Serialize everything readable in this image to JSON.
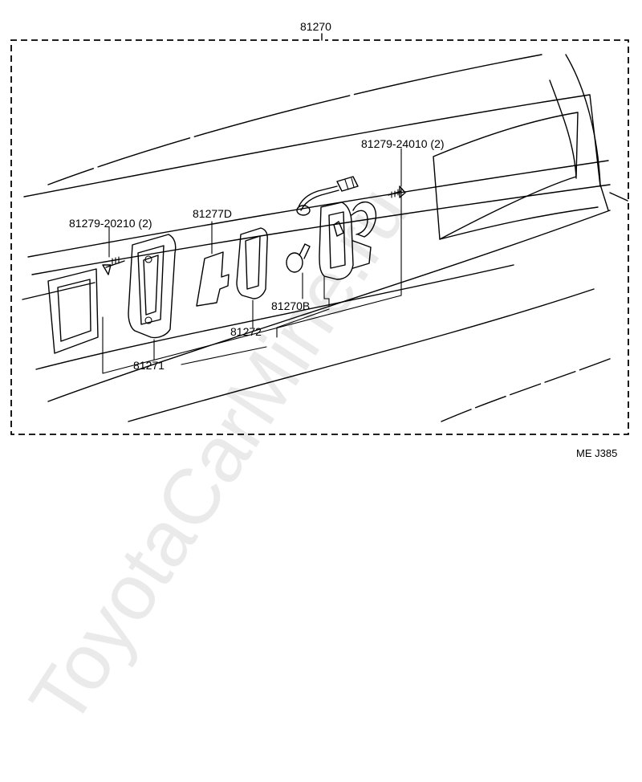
{
  "assembly_label": "81270",
  "figure_code": "ME  J385",
  "watermark": "ToyotaCarMine.ru",
  "part_labels": {
    "screw_left": "81279-20210 (2)",
    "screw_right": "81279-24010 (2)",
    "gasket_outer": "81277D",
    "lens": "81271",
    "gasket_inner": "81272",
    "bulb": "81270B"
  },
  "colors": {
    "line": "#000000",
    "background": "#ffffff",
    "watermark": "#d9d9d9"
  }
}
